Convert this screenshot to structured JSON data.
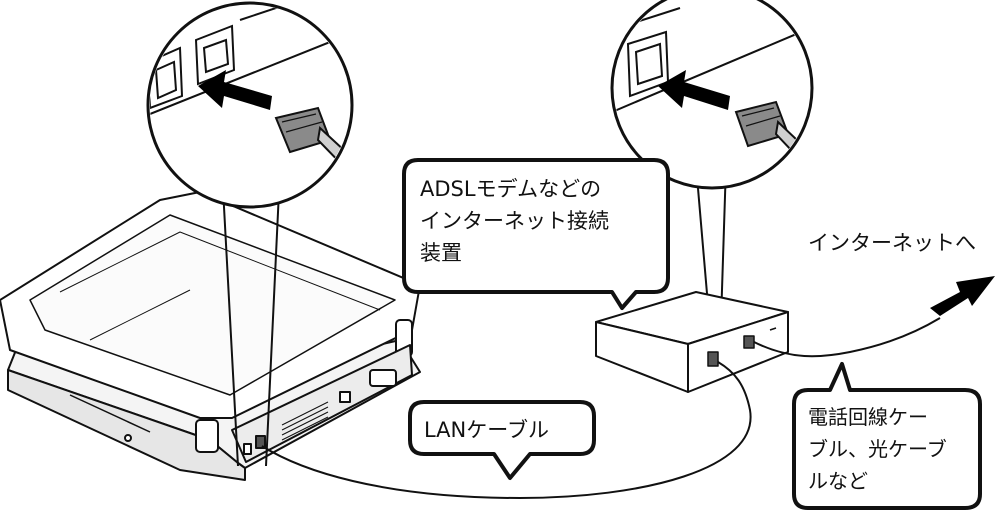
{
  "labels": {
    "device_line1": "ADSLモデムなどの",
    "device_line2": "インターネット接続",
    "device_line3": "装置",
    "to_internet": "インターネットへ",
    "lan_cable": "LANケーブル",
    "phone_line1": "電話回線ケー",
    "phone_line2": "ブル、光ケーブ",
    "phone_line3": "ルなど"
  },
  "colors": {
    "line": "#111111",
    "device_fill": "#ffffff",
    "shade": "#d6d6d6",
    "plug": "#8a8a8a",
    "arrow": "#000000"
  },
  "icons": [
    "laptop-rear-illustration",
    "lan-port-zoom-magnifier",
    "broadband-router-illustration",
    "rj45-plug-icon",
    "arrow-icon"
  ]
}
